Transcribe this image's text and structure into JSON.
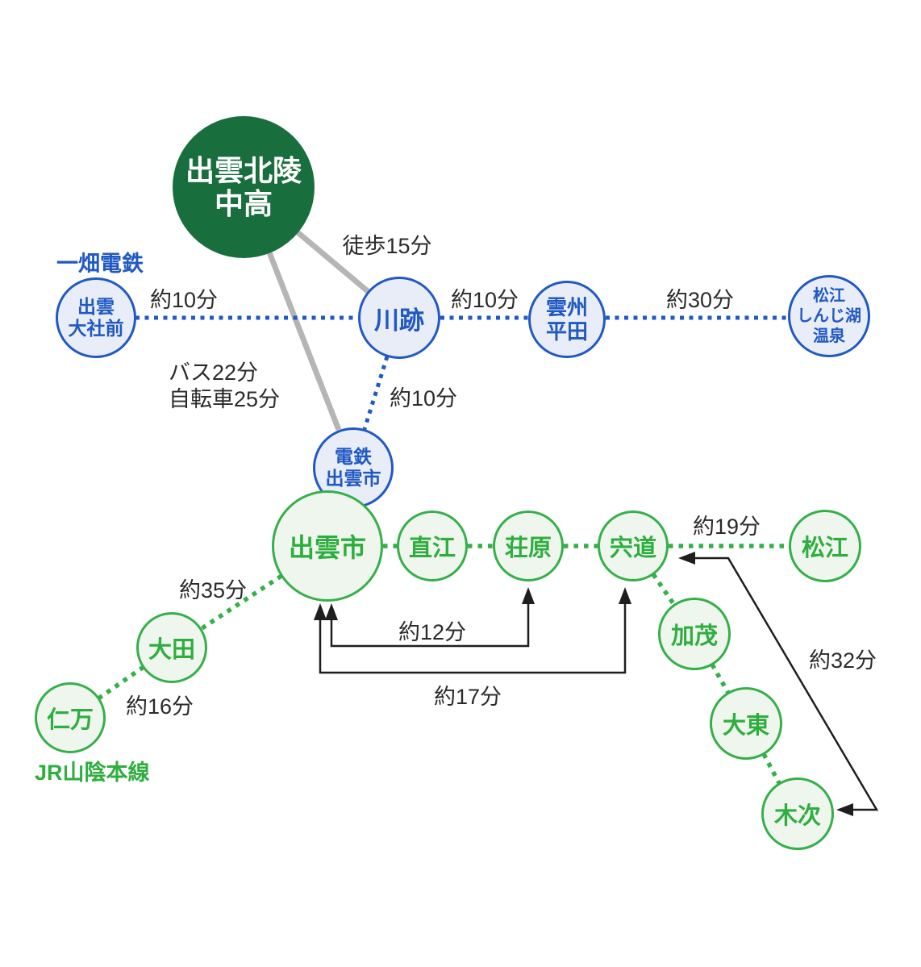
{
  "school": {
    "name_lines": [
      "出雲北陵",
      "中高"
    ],
    "color": "#186e3c"
  },
  "rail_lines": {
    "ichibata": {
      "label": "一畑電鉄",
      "color": "#2059c2",
      "station_fill": "#e9edf8"
    },
    "jr_sanin": {
      "label": "JR山陰本線",
      "color": "#2eae3e",
      "station_fill": "#eff6ee"
    }
  },
  "stations": {
    "izumo_taishamae": {
      "lines": [
        "出雲",
        "大社前"
      ]
    },
    "kawato": {
      "lines": [
        "川跡"
      ]
    },
    "unshu_hirata": {
      "lines": [
        "雲州",
        "平田"
      ]
    },
    "matsue_shinjiko_onsen": {
      "lines": [
        "松江",
        "しんじ湖",
        "温泉"
      ]
    },
    "dentetsu_izumoshi": {
      "lines": [
        "電鉄",
        "出雲市"
      ]
    },
    "izumoshi": {
      "lines": [
        "出雲市"
      ]
    },
    "naoe": {
      "lines": [
        "直江"
      ]
    },
    "shobara": {
      "lines": [
        "荘原"
      ]
    },
    "shinji": {
      "lines": [
        "宍道"
      ]
    },
    "matsue": {
      "lines": [
        "松江"
      ]
    },
    "ota": {
      "lines": [
        "大田"
      ]
    },
    "nima": {
      "lines": [
        "仁万"
      ]
    },
    "kamo": {
      "lines": [
        "加茂"
      ]
    },
    "daito": {
      "lines": [
        "大東"
      ]
    },
    "kisuki": {
      "lines": [
        "木次"
      ]
    }
  },
  "travel_times": {
    "walk_school_kawato": "徒歩15分",
    "bus_school_dentetsu": "バス22分",
    "bike_school_dentetsu": "自転車25分",
    "taishamae_kawato": "約10分",
    "kawato_hirata": "約10分",
    "hirata_shinjiko": "約30分",
    "kawato_dentetsu": "約10分",
    "shinji_matsue": "約19分",
    "izumoshi_ota": "約35分",
    "ota_nima": "約16分",
    "izumoshi_shobara": "約12分",
    "izumoshi_shinji": "約17分",
    "shinji_kisuki": "約32分"
  },
  "colors": {
    "walk_bus_connector": "#b5b5b5",
    "transfer_arrows": "#1e1e1e",
    "time_text": "#2a2a2a"
  }
}
